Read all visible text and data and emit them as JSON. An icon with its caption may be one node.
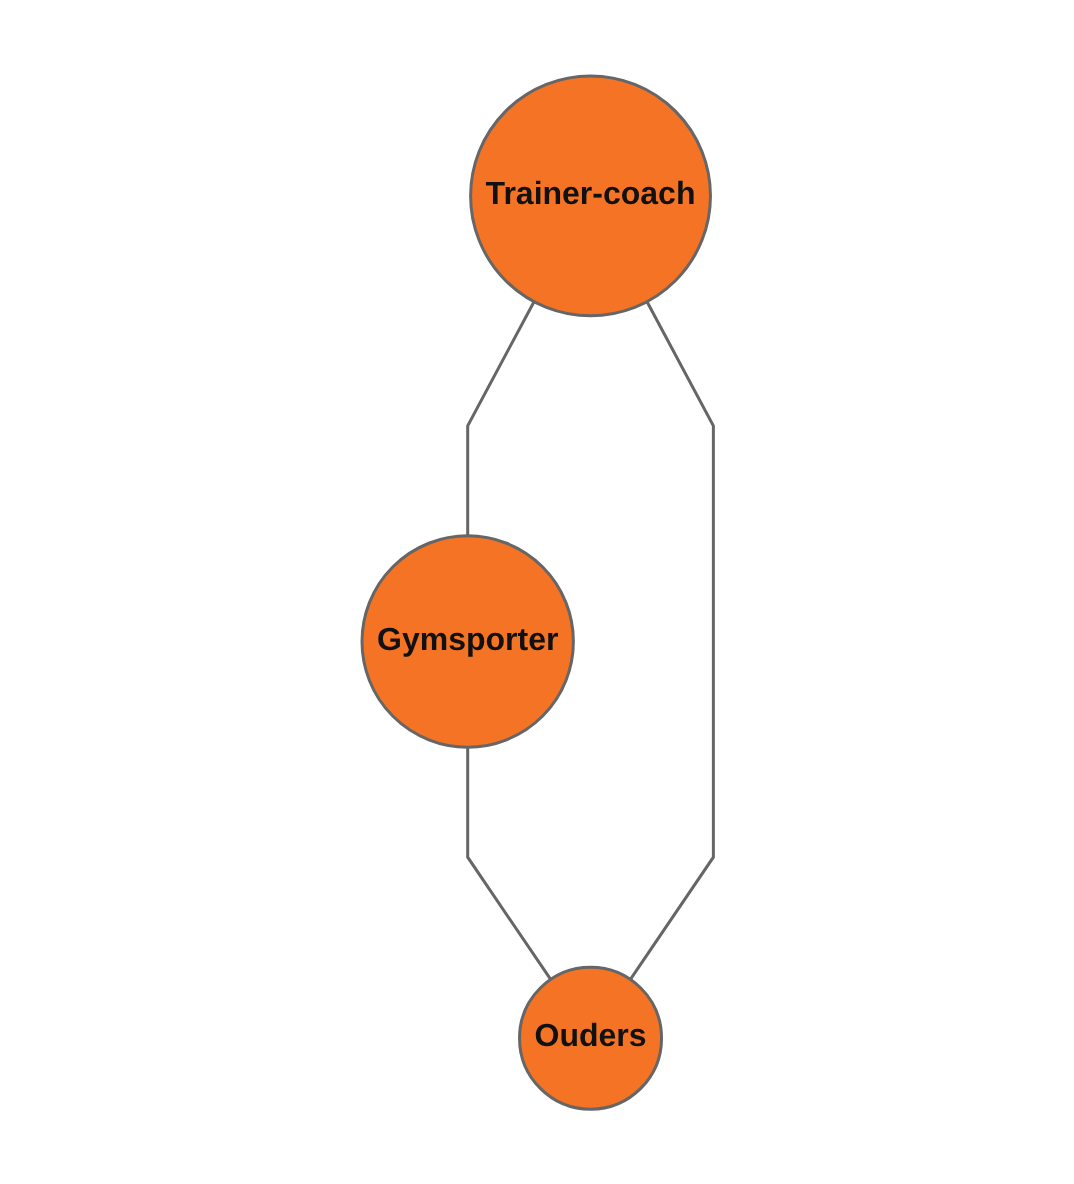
{
  "diagram": {
    "nodes": [
      {
        "text": [
          "Gymsporter"
        ]
      },
      {
        "text": [
          "Trainer-coach"
        ]
      },
      {
        "text": [
          "Ouders"
        ]
      }
    ],
    "edges": [
      {
        "from": 1,
        "to": 0,
        "arrow": "none"
      },
      {
        "from": 0,
        "to": 2,
        "arrow": "none"
      },
      {
        "from": 1,
        "to": 2,
        "arrow": "none"
      }
    ]
  }
}
